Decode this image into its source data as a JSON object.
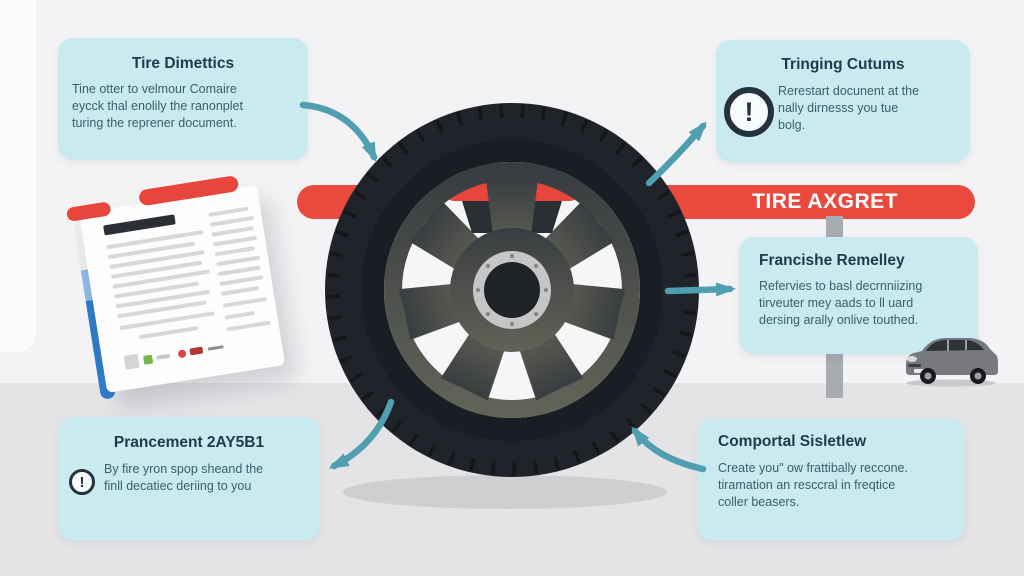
{
  "banner": {
    "label": "TIRE AXGRET",
    "color": "#ea4a3e",
    "text_color": "#ffffff"
  },
  "boxes": {
    "top_left": {
      "title": "Tire Dimettics",
      "body": "Tine otter to velmour Comaire\neycck thal enolily the ranonplet\nturing the reprener document."
    },
    "top_right": {
      "title": "Tringing Cutums",
      "body": "Rerestart docunent at the\nnally dirnesss you tue\nbolg.",
      "icon": "exclamation-circle"
    },
    "middle_right": {
      "title": "Francishe Remelley",
      "body": "Refervies to basl decrnniizing\ntirveuter mey aads to ll uard\ndersing arally onlive touthed."
    },
    "bottom_right": {
      "title": "Comportal Sisletlew",
      "body": "Create you\" ow frattibally reccone.\ntiramation an resccral in freqtice\ncoller beasers."
    },
    "bottom_left": {
      "title": "Prancement 2AY5B1",
      "body": "By fire yron spop sheand the\nfinll decatiec deriing to you",
      "icon": "exclamation-circle"
    }
  },
  "icons": {
    "alert_glyph": "!"
  },
  "illustrations": {
    "center": "car-tire",
    "left": "report-document",
    "bottom_right": "gray-car"
  },
  "colors": {
    "background_top": "#f3f3f5",
    "background_floor": "#e4e4e7",
    "box_bg": "#c9eaee",
    "title_text": "#1f3a4d",
    "body_text": "#3c5f6b",
    "arrow": "#4f9fb0",
    "tire": "#20232a",
    "wheel": "#54574d",
    "hub_silver": "#c6c6c6",
    "post": "#a7abb0",
    "doc_blue": "#2f7cc9",
    "accent_red": "#e8453c"
  }
}
